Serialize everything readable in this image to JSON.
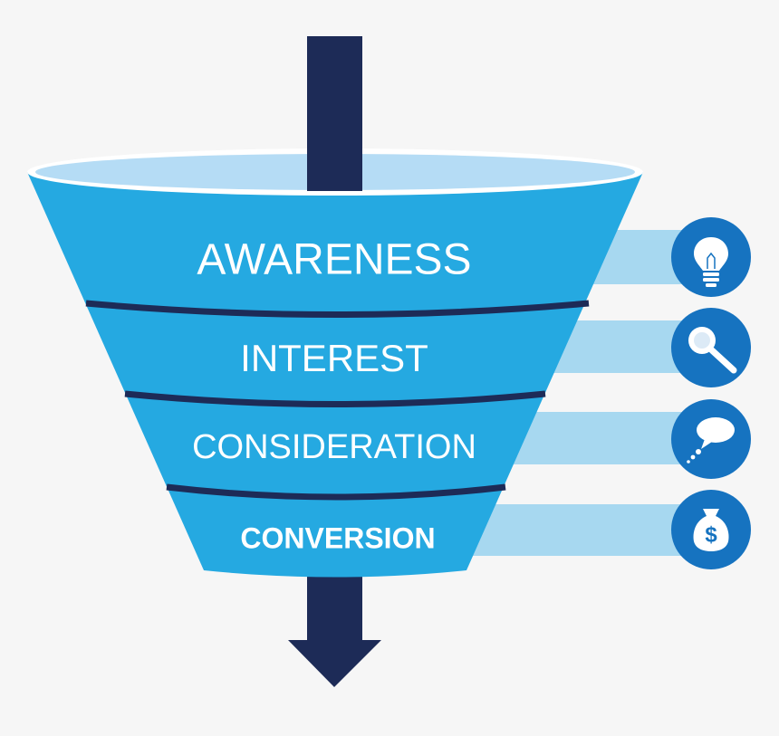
{
  "stages": [
    {
      "label": "AWARENESS",
      "icon": "lightbulb-icon"
    },
    {
      "label": "INTEREST",
      "icon": "magnifier-icon"
    },
    {
      "label": "CONSIDERATION",
      "icon": "speech-bubble-icon"
    },
    {
      "label": "CONVERSION",
      "icon": "money-bag-icon"
    }
  ],
  "colors": {
    "background": "#f6f6f6",
    "funnel": "#25a9e1",
    "rim": "#b5dcf5",
    "divider": "#1d2b57",
    "arrow": "#1d2b57",
    "connector": "#a7d8f0",
    "icon_circle": "#1673c0"
  }
}
